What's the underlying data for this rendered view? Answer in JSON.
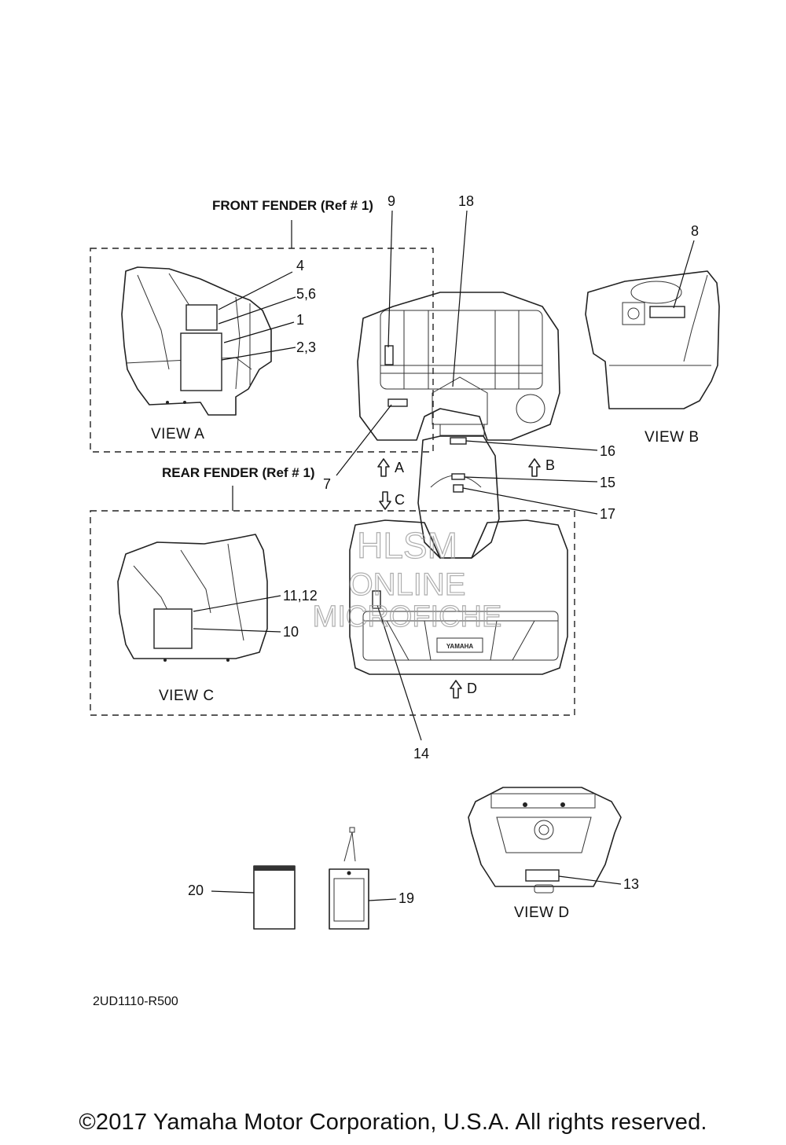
{
  "headers": {
    "front_fender": "FRONT FENDER (Ref # 1)",
    "rear_fender": "REAR FENDER (Ref # 1)"
  },
  "views": {
    "a": "VIEW A",
    "b": "VIEW B",
    "c": "VIEW C",
    "d": "VIEW D"
  },
  "arrows": {
    "a": "A",
    "b": "B",
    "c": "C",
    "d": "D"
  },
  "callouts": {
    "c1": "1",
    "c2_3": "2,3",
    "c4": "4",
    "c5_6": "5,6",
    "c7": "7",
    "c8": "8",
    "c9": "9",
    "c10": "10",
    "c11_12": "11,12",
    "c13": "13",
    "c14": "14",
    "c15": "15",
    "c16": "16",
    "c17": "17",
    "c18": "18",
    "c19": "19",
    "c20": "20"
  },
  "watermark": {
    "line1": "HLSM",
    "line2": "ONLINE",
    "line3": "MICROFICHE"
  },
  "emblem": "YAMAHA",
  "diagram_code": "2UD1110-R500",
  "copyright": "©2017 Yamaha Motor Corporation, U.S.A. All rights reserved."
}
